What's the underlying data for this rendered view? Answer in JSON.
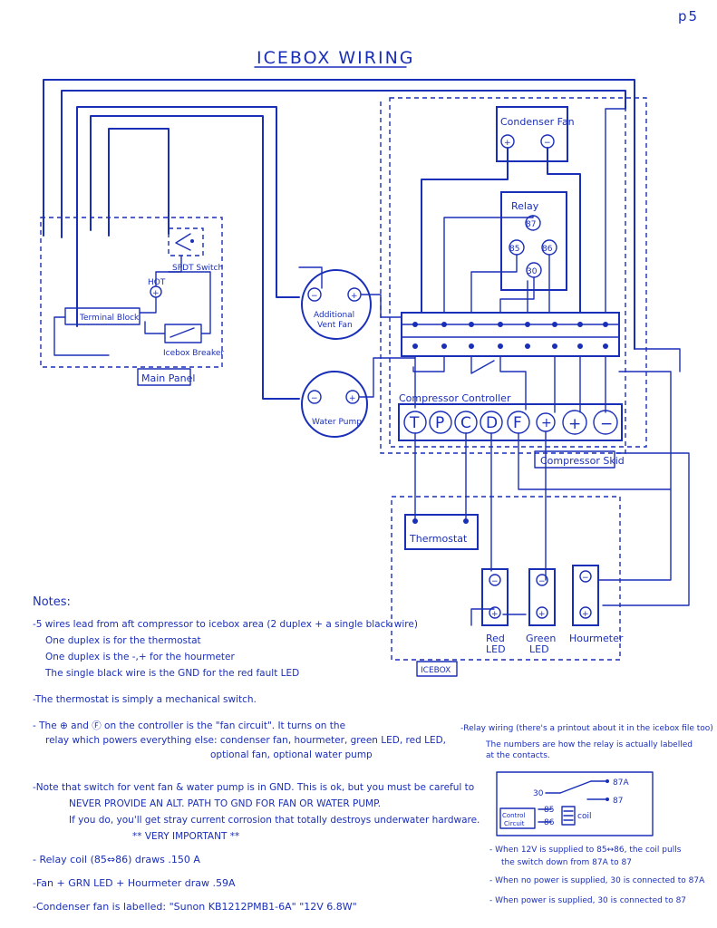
{
  "page": {
    "page_number": "p5",
    "title": "ICEBOX WIRING"
  },
  "components": {
    "main_panel": "Main Panel",
    "terminal_block": "Terminal Block",
    "icebox_breaker": "Icebox Breaker",
    "hot": "HOT",
    "spdt_switch": "SPDT Switch",
    "additional_vent_fan": [
      "Additional",
      "Vent Fan"
    ],
    "water_pump": "Water Pump",
    "condenser_fan": "Condenser Fan",
    "relay": "Relay",
    "relay_pins": [
      "87",
      "85",
      "86",
      "30"
    ],
    "compressor_controller": "Compressor Controller",
    "controller_terminals": [
      "T",
      "P",
      "C",
      "D",
      "F",
      "+",
      "+",
      "−"
    ],
    "compressor_skid": "Compressor Skid",
    "thermostat": "Thermostat",
    "icebox": "ICEBOX",
    "red_led": [
      "Red",
      "LED"
    ],
    "green_led": [
      "Green",
      "LED"
    ],
    "hourmeter": "Hourmeter",
    "minus": "−",
    "plus": "+"
  },
  "notes": {
    "heading": "Notes:",
    "n1": [
      "-5 wires lead from aft compressor to icebox area (2 duplex + a single black wire)",
      "One duplex is for the thermostat",
      "One duplex is the -,+ for the hourmeter",
      "The single black wire is the GND for the red fault LED"
    ],
    "n2": "-The thermostat is simply a mechanical switch.",
    "n3": [
      "- The ⊕ and Ⓕ on the controller is the \"fan circuit\". It turns on the",
      "relay which powers everything else: condenser fan, hourmeter, green LED, red LED,",
      "optional fan, optional water pump"
    ],
    "n4": [
      "-Note that switch for vent fan & water pump is in GND. This is ok, but you must be careful to",
      "NEVER PROVIDE AN ALT. PATH TO GND FOR FAN OR WATER PUMP.",
      "If you do, you'll get stray current corrosion that totally destroys underwater hardware.",
      "** VERY IMPORTANT **"
    ],
    "n5": "- Relay coil (85⇔86) draws .150 A",
    "n6": "-Fan + GRN LED + Hourmeter draw .59A",
    "n7": "-Condenser fan is labelled: \"Sunon KB1212PMB1-6A\" \"12V 6.8W\"",
    "relay_wiring": [
      "-Relay wiring (there's a printout about it in the icebox file too)",
      "The numbers are how the relay is actually labelled",
      "at the contacts."
    ],
    "relay_diagram": {
      "pin30": "30",
      "pin87a": "87A",
      "pin87": "87",
      "pin85": "85",
      "pin86": "86",
      "coil": "coil",
      "control_circuit": [
        "Control",
        "Circuit"
      ]
    },
    "relay_notes": [
      "- When 12V is supplied to 85↔86, the coil pulls",
      "the switch down from 87A to 87",
      "- When no power is supplied, 30 is connected to 87A",
      "- When power is supplied, 30 is connected to 87"
    ]
  }
}
